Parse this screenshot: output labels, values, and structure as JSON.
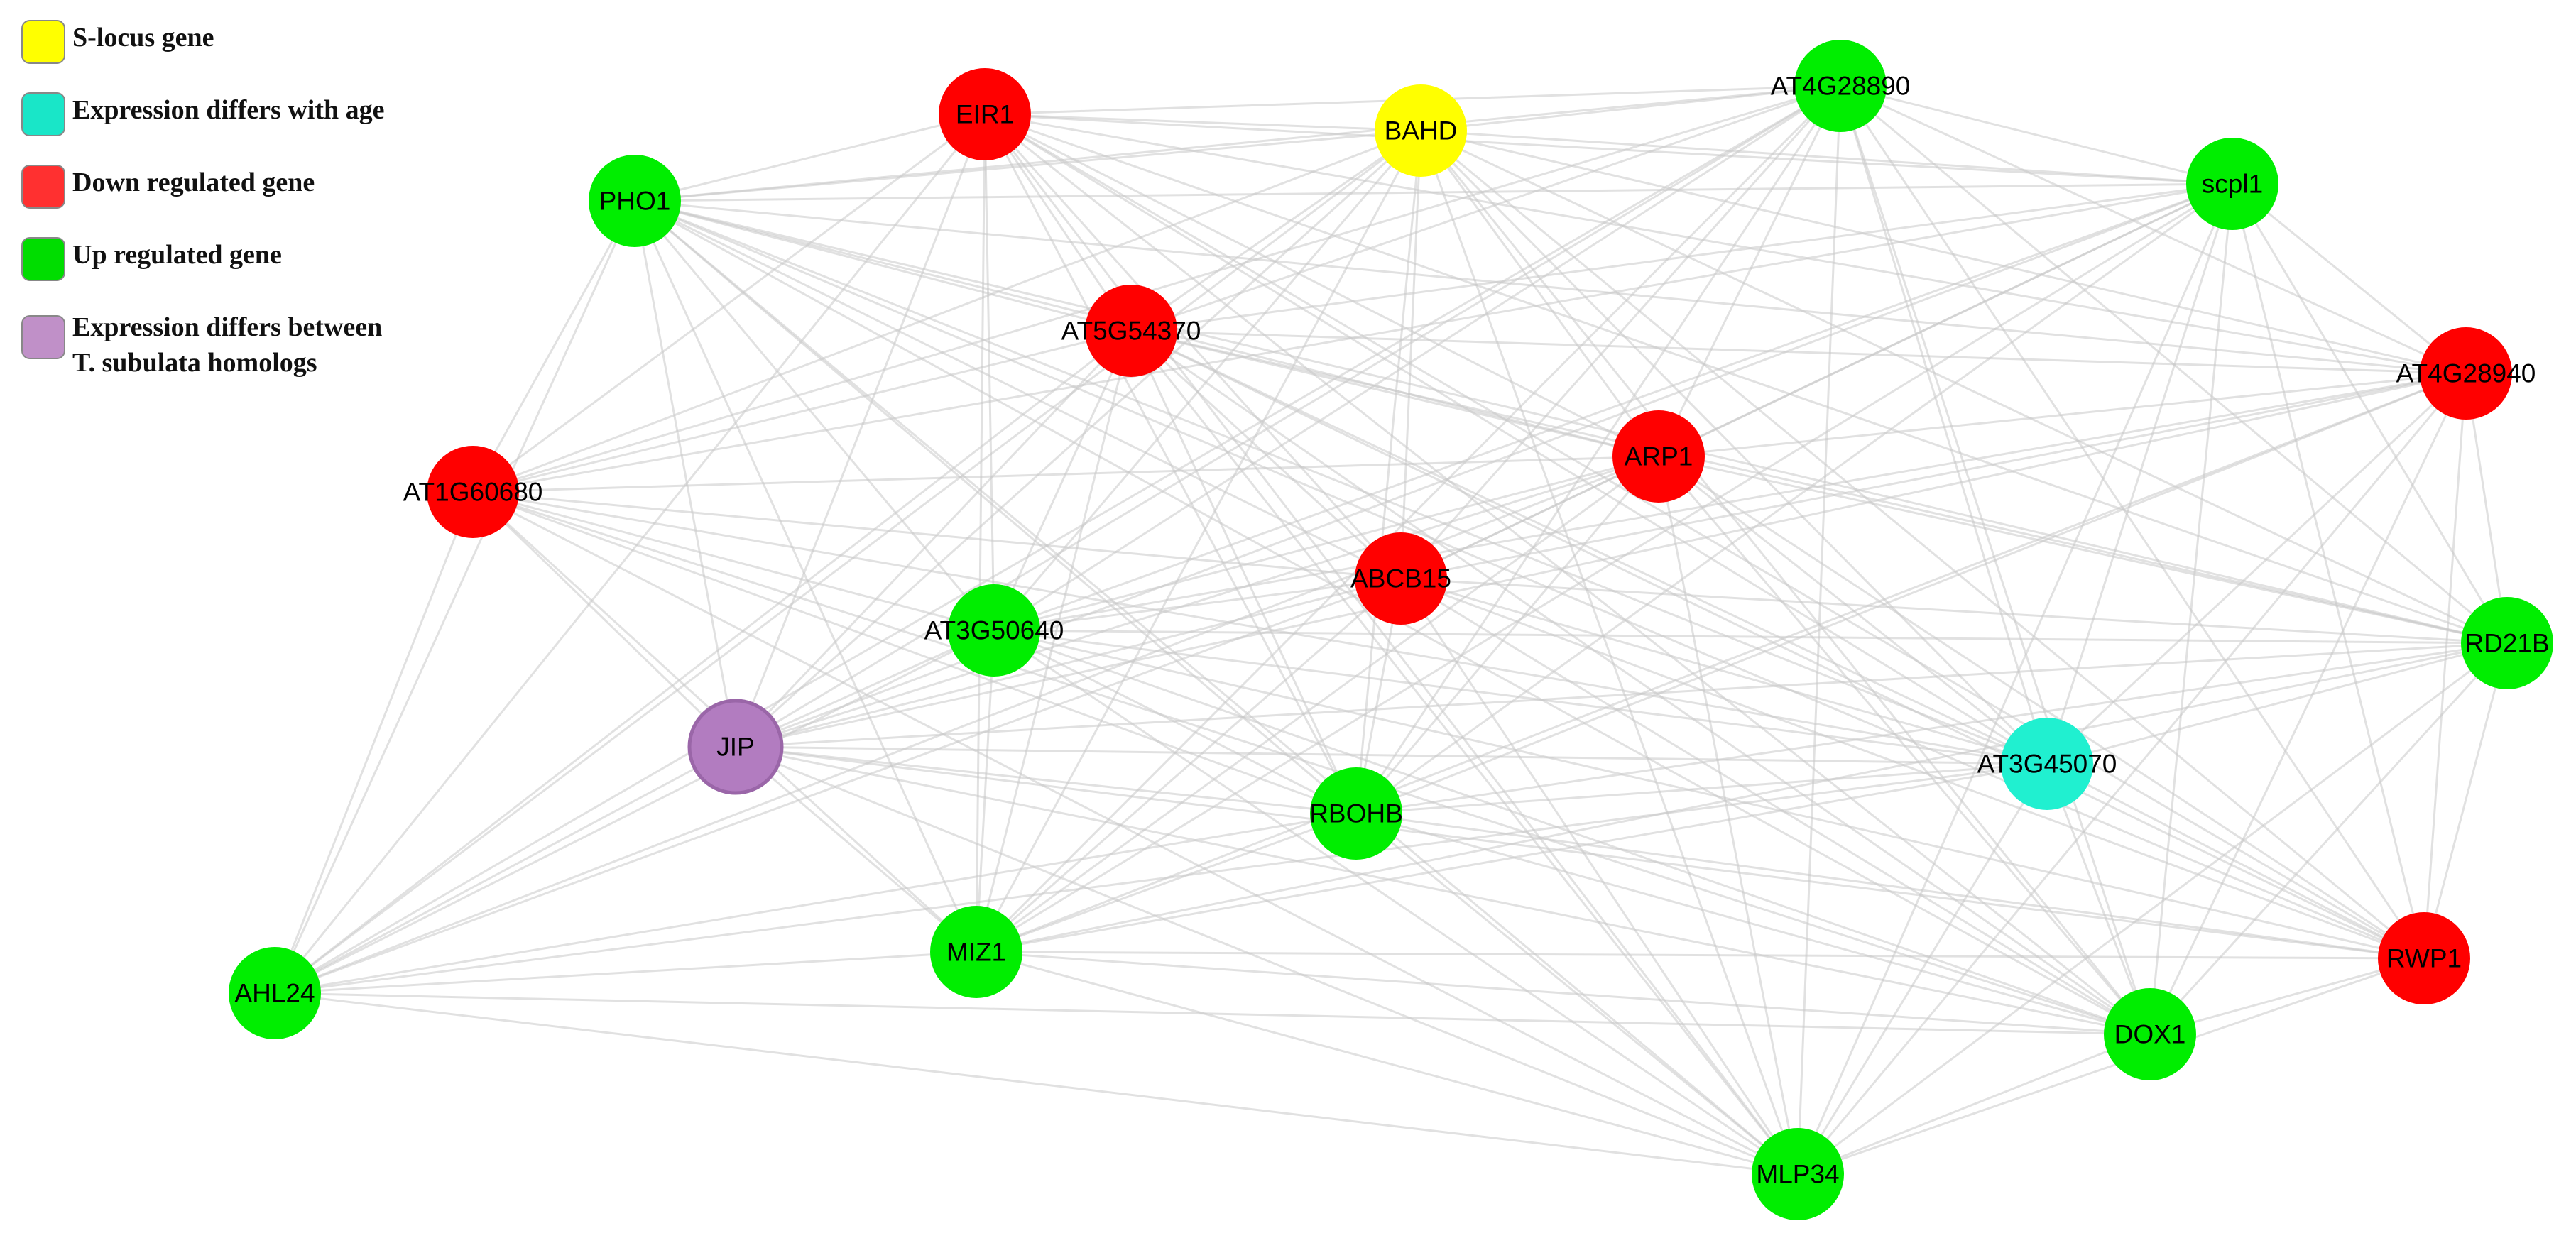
{
  "legend": [
    {
      "label": "S-locus gene",
      "color": "#ffff00"
    },
    {
      "label": "Expression differs with age",
      "color": "#19e6c8"
    },
    {
      "label": "Down regulated gene",
      "color": "#ff3030"
    },
    {
      "label": "Up regulated gene",
      "color": "#00dd00"
    },
    {
      "label": "Expression differs between\nT. subulata homologs",
      "color": "#c090c8"
    }
  ],
  "colors": {
    "up": "#00ee00",
    "down": "#ff0000",
    "slocus": "#ffff00",
    "age": "#20f0d0",
    "homolog": "#b27cc0",
    "edge": "#c8c8c8"
  },
  "nodes": [
    {
      "id": "EIR1",
      "label": "EIR1",
      "category": "down"
    },
    {
      "id": "BAHD",
      "label": "BAHD",
      "category": "slocus"
    },
    {
      "id": "AT4G28890",
      "label": "AT4G28890",
      "category": "up"
    },
    {
      "id": "scpl1",
      "label": "scpl1",
      "category": "up"
    },
    {
      "id": "PHO1",
      "label": "PHO1",
      "category": "up"
    },
    {
      "id": "AT5G54370",
      "label": "AT5G54370",
      "category": "down"
    },
    {
      "id": "AT4G28940",
      "label": "AT4G28940",
      "category": "down"
    },
    {
      "id": "AT1G60680",
      "label": "AT1G60680",
      "category": "down"
    },
    {
      "id": "ARP1",
      "label": "ARP1",
      "category": "down"
    },
    {
      "id": "ABCB15",
      "label": "ABCB15",
      "category": "down"
    },
    {
      "id": "AT3G50640",
      "label": "AT3G50640",
      "category": "up"
    },
    {
      "id": "RD21B",
      "label": "RD21B",
      "category": "up"
    },
    {
      "id": "JIP",
      "label": "JIP",
      "category": "homolog"
    },
    {
      "id": "AT3G45070",
      "label": "AT3G45070",
      "category": "age"
    },
    {
      "id": "RBOHB",
      "label": "RBOHB",
      "category": "up"
    },
    {
      "id": "MIZ1",
      "label": "MIZ1",
      "category": "up"
    },
    {
      "id": "RWP1",
      "label": "RWP1",
      "category": "down"
    },
    {
      "id": "AHL24",
      "label": "AHL24",
      "category": "up"
    },
    {
      "id": "DOX1",
      "label": "DOX1",
      "category": "up"
    },
    {
      "id": "MLP34",
      "label": "MLP34",
      "category": "up"
    }
  ]
}
